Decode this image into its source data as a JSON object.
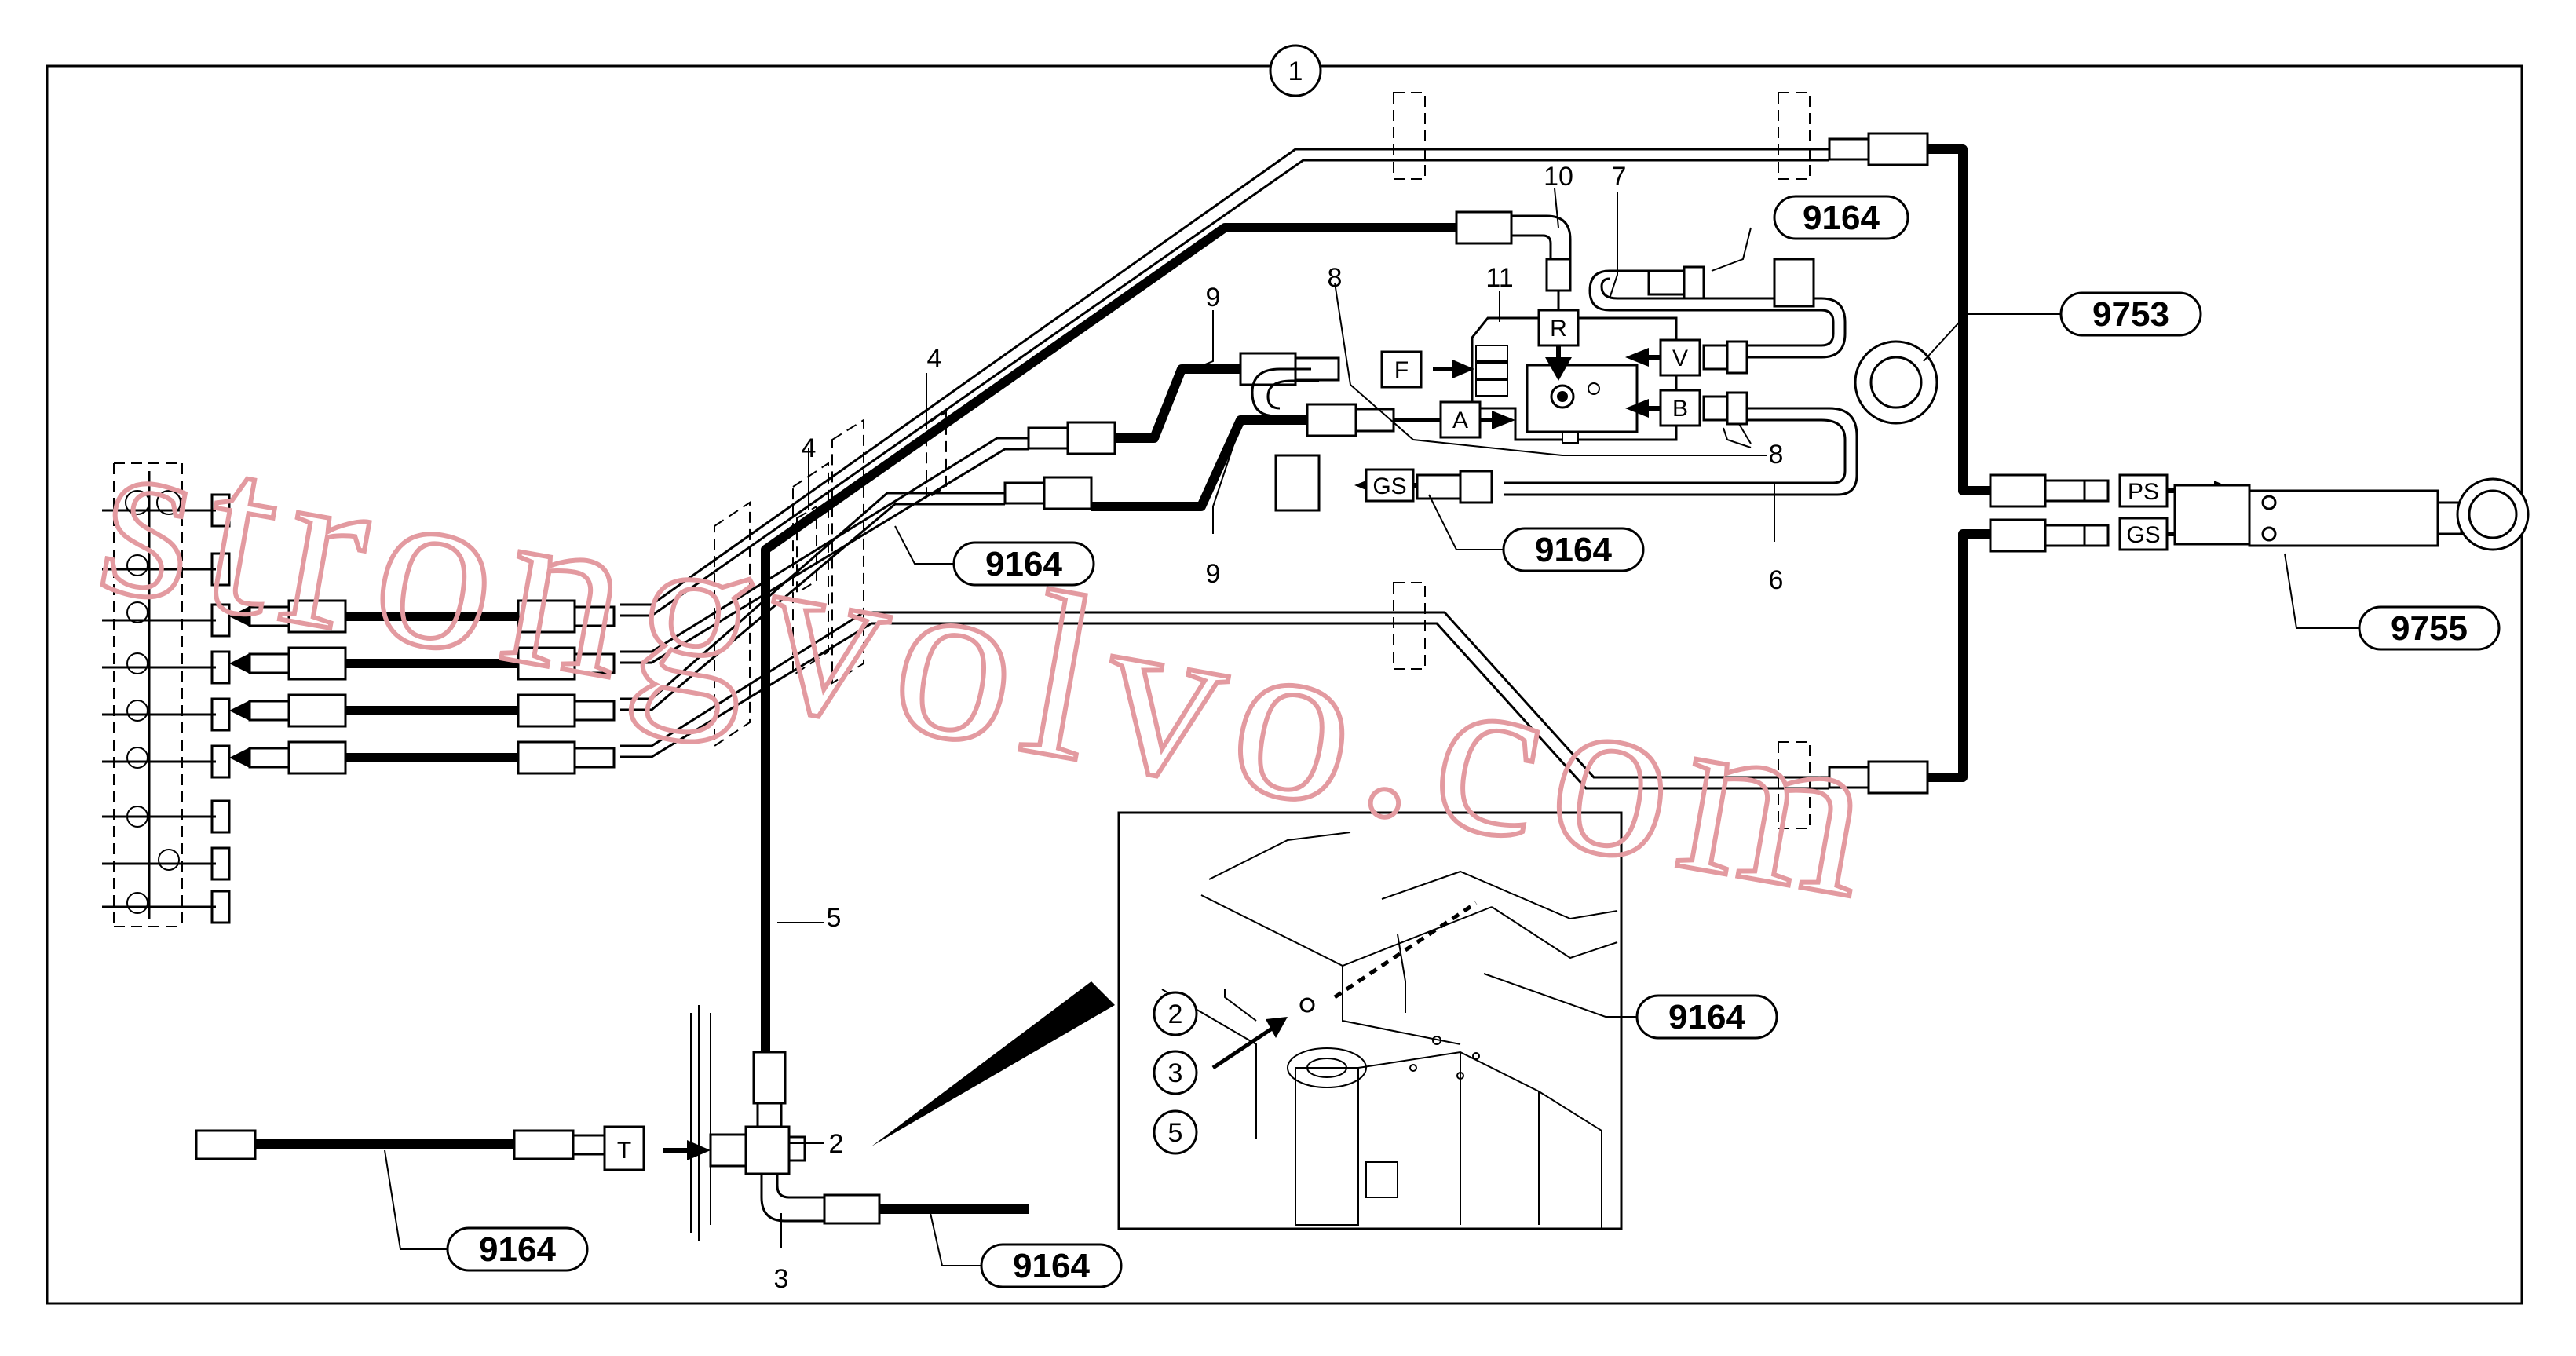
{
  "diagram": {
    "sheet_number": "1",
    "part_labels": {
      "p9164_a": "9164",
      "p9164_b": "9164",
      "p9164_c": "9164",
      "p9164_d": "9164",
      "p9164_e": "9164",
      "p9164_f": "9164",
      "p9753": "9753",
      "p9755": "9755"
    },
    "callouts": {
      "c10": "10",
      "c7": "7",
      "c11": "11",
      "c9a": "9",
      "c8a": "8",
      "c8b": "8",
      "c9b": "9",
      "c6": "6",
      "c4a": "4",
      "c4b": "4",
      "c5": "5",
      "c2": "2",
      "c3": "3"
    },
    "port_labels": {
      "R": "R",
      "F": "F",
      "A": "A",
      "V": "V",
      "B": "B",
      "GS_valve": "GS",
      "PS": "PS",
      "GS_cyl": "GS",
      "T": "T"
    },
    "inset_circles": {
      "i2": "2",
      "i3": "3",
      "i5": "5"
    }
  },
  "watermark": "strongvolvo.com",
  "colors": {
    "line": "#000000",
    "watermark": "#e39aa0",
    "background": "#ffffff"
  }
}
